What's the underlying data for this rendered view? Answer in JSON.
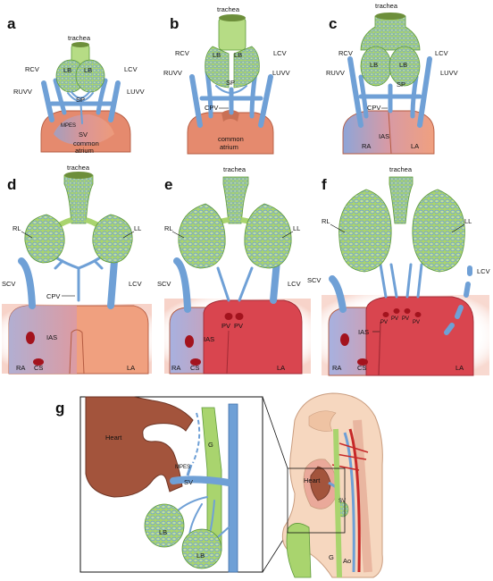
{
  "panels": {
    "a": {
      "letter": "a",
      "trachea": "trachea",
      "rcv": "RCV",
      "lcv": "LCV",
      "ruvv": "RUVV",
      "luvv": "LUVV",
      "lb1": "LB",
      "lb2": "LB",
      "sp": "SP",
      "mpes": "MPES",
      "sv": "SV",
      "atrium1": "common",
      "atrium2": "atrium"
    },
    "b": {
      "letter": "b",
      "trachea": "trachea",
      "rcv": "RCV",
      "lcv": "LCV",
      "ruvv": "RUVV",
      "luvv": "LUVV",
      "lb1": "LB",
      "lb2": "LB",
      "sp": "SP",
      "cpv": "CPV",
      "atrium1": "common",
      "atrium2": "atrium"
    },
    "c": {
      "letter": "c",
      "trachea": "trachea",
      "rcv": "RCV",
      "lcv": "LCV",
      "ruvv": "RUVV",
      "luvv": "LUVV",
      "lb1": "LB",
      "lb2": "LB",
      "sp": "SP",
      "cpv": "CPV",
      "ias": "IAS",
      "ra": "RA",
      "la": "LA"
    },
    "d": {
      "letter": "d",
      "trachea": "trachea",
      "rl": "RL",
      "ll": "LL",
      "scv": "SCV",
      "lcv": "LCV",
      "cpv": "CPV",
      "ias": "IAS",
      "ra": "RA",
      "cs": "CS",
      "la": "LA"
    },
    "e": {
      "letter": "e",
      "trachea": "trachea",
      "rl": "RL",
      "ll": "LL",
      "scv": "SCV",
      "lcv": "LCV",
      "pv1": "PV",
      "pv2": "PV",
      "ias": "IAS",
      "ra": "RA",
      "cs": "CS",
      "la": "LA"
    },
    "f": {
      "letter": "f",
      "trachea": "trachea",
      "rl": "RL",
      "ll": "LL",
      "scv": "SCV",
      "lcv": "LCV",
      "pv1": "PV",
      "pv2": "PV",
      "pv3": "PV",
      "pv4": "PV",
      "ias": "IAS",
      "ra": "RA",
      "cs": "CS",
      "la": "LA"
    },
    "g": {
      "letter": "g",
      "heart": "Heart",
      "g": "G",
      "mpes": "MPES",
      "sv": "SV",
      "lb1": "LB",
      "lb2": "LB",
      "heart2": "Heart",
      "sv2": "SV",
      "g2": "G",
      "ao": "Ao"
    }
  },
  "colors": {
    "vein": "#6fa0d6",
    "lung": "#a9d46e",
    "trachea": "#b6dc85",
    "common_atrium": "#e58a6e",
    "left_atrium_oxygenated": "#d9454f",
    "embryo_skin": "#f6d7bf",
    "aorta": "#c62828"
  }
}
